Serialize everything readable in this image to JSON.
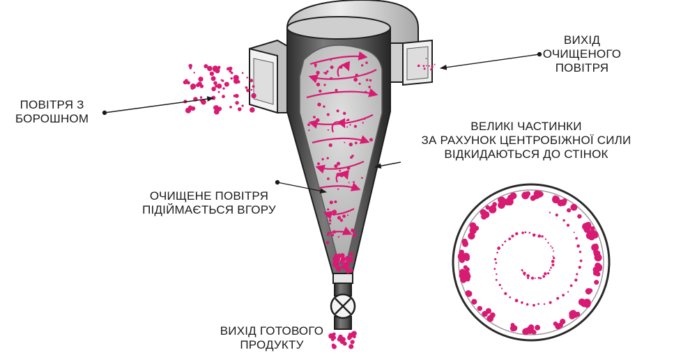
{
  "labels": {
    "inlet": [
      "ПОВІТРЯ З",
      "БОРОШНОМ"
    ],
    "outlet": [
      "ВИХІД",
      "ОЧИЩЕНОГО",
      "ПОВІТРЯ"
    ],
    "large_particles": [
      "ВЕЛИКІ ЧАСТИНКИ",
      "ЗА РАХУНОК ЦЕНТРОБІЖНОЇ СИЛИ",
      "ВІДКИДАЮТЬСЯ ДО СТІНОК"
    ],
    "clean_air": [
      "ОЧИЩЕНЕ ПОВІТРЯ",
      "ПІДІЙМАЄТЬСЯ ВГОРУ"
    ],
    "product": [
      "ВИХІД ГОТОВОГО",
      "ПРОДУКТУ"
    ]
  },
  "colors": {
    "particle": "#d81b72",
    "body_dark": "#3a3a3a",
    "body_mid": "#8c8c8c",
    "interior": "#c9c9c9",
    "lid": "#dcdcdc"
  },
  "icons": {
    "valve": "valve-x-icon",
    "flow": "swirl-arrow-icon"
  }
}
